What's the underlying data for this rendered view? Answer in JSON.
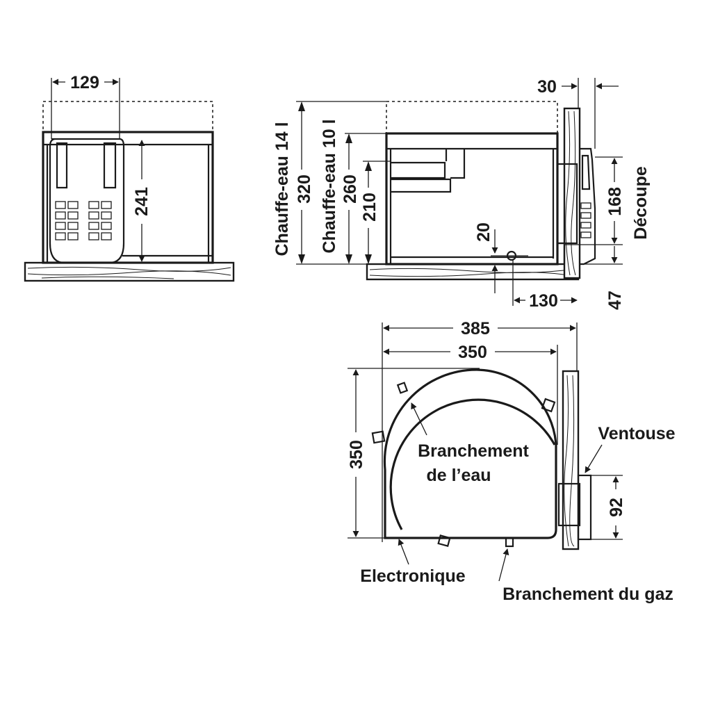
{
  "dimensions": {
    "width_front": "129",
    "height_front": "241",
    "depth_flue": "30",
    "height_14l": "320",
    "height_10l": "260",
    "height_210": "210",
    "offset_20": "20",
    "cutout_168": "168",
    "distance_130": "130",
    "distance_47": "47",
    "width_385": "385",
    "width_350": "350",
    "height_350": "350",
    "flue_92": "92"
  },
  "labels": {
    "water_heater_14": "Chauffe-eau 14 l",
    "water_heater_10": "Chauffe-eau 10 l",
    "cutout": "Découpe",
    "flue": "Ventouse",
    "water_connection_line1": "Branchement",
    "water_connection_line2": "de l’eau",
    "electronics": "Electronique",
    "gas_connection": "Branchement du gaz"
  },
  "colors": {
    "line": "#1a1a1a",
    "background": "#ffffff"
  }
}
